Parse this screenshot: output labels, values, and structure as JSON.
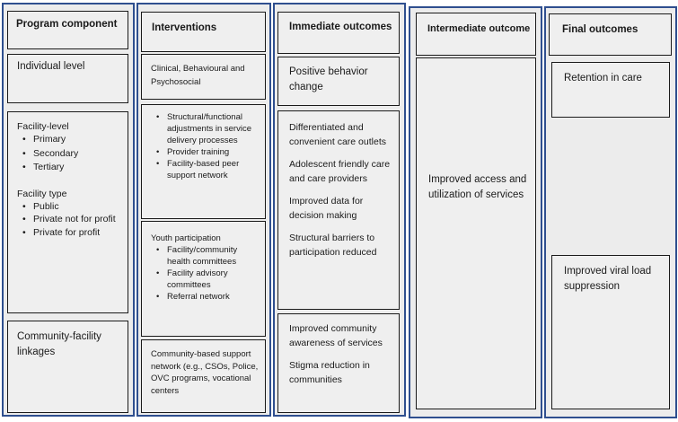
{
  "columns": {
    "program": {
      "header": "Program component",
      "individual": "Individual level",
      "facility_level_title": "Facility-level",
      "facility_levels": [
        "Primary",
        "Secondary",
        "Tertiary"
      ],
      "facility_type_title": "Facility type",
      "facility_types": [
        "Public",
        "Private not for profit",
        "Private for profit"
      ],
      "community": "Community-facility linkages"
    },
    "interventions": {
      "header": "Interventions",
      "clinical": "Clinical,  Behavioural and Psychosocial",
      "facility_items": [
        "Structural/functional adjustments in service delivery processes",
        "Provider training",
        "Facility-based peer support network"
      ],
      "youth_title": "Youth participation",
      "youth_items": [
        "Facility/community health committees",
        "Facility advisory committees",
        "Referral network"
      ],
      "community": "Community-based support network (e.g., CSOs, Police, OVC programs, vocational centers"
    },
    "immediate": {
      "header": "Immediate outcomes",
      "individual": "Positive behavior change",
      "facility_items": [
        "Differentiated and convenient care outlets",
        "Adolescent friendly care and care providers",
        "Improved data for decision making",
        "Structural barriers to participation reduced"
      ],
      "community_items": [
        "Improved community awareness of services",
        "Stigma reduction in communities"
      ]
    },
    "intermediate": {
      "header": "Intermediate outcome",
      "body": "Improved access and utilization of services"
    },
    "final": {
      "header": "Final outcomes",
      "retention": "Retention in care",
      "viral": "Improved viral load suppression"
    }
  }
}
